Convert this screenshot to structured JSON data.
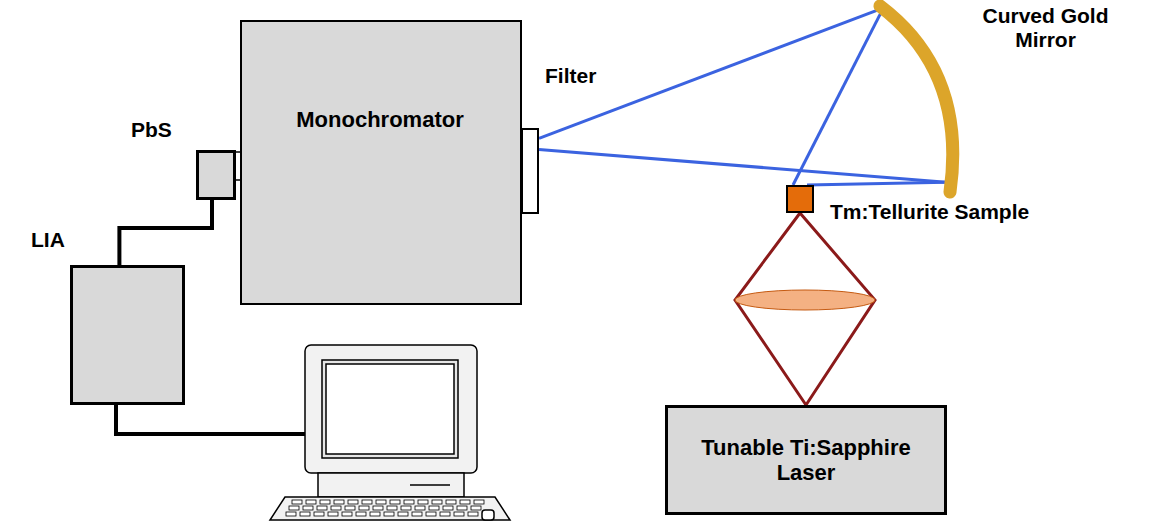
{
  "diagram": {
    "nodes": [
      {
        "text": [
          "PbS"
        ]
      },
      {
        "text": [
          "Monochromator"
        ]
      },
      {
        "text": [
          "Filter"
        ]
      },
      {
        "text": [
          "Curved Gold Mirror"
        ]
      },
      {
        "text": [
          "Tm:Tellurite Sample"
        ]
      },
      {
        "text": [
          "LIA"
        ]
      },
      {
        "text": [
          "Tunable Ti:Sapphire Laser"
        ]
      }
    ],
    "edges": [
      {
        "from": 0,
        "to": 5,
        "arrow": "none"
      },
      {
        "from": 4,
        "to": 3,
        "arrow": "none"
      },
      {
        "from": 3,
        "to": 2,
        "arrow": "none"
      },
      {
        "from": 6,
        "to": 4,
        "arrow": "none"
      }
    ]
  }
}
